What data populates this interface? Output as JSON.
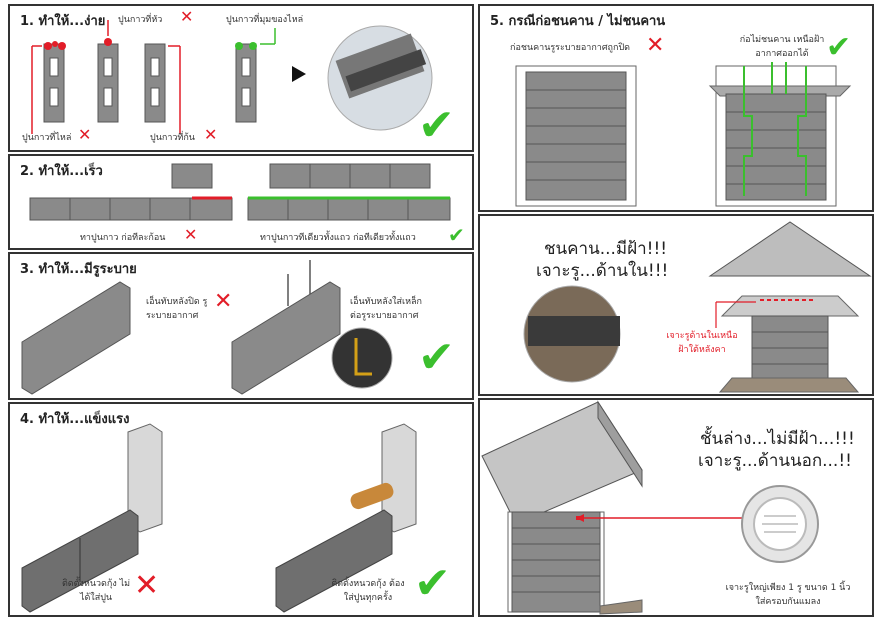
{
  "panels": {
    "p1": {
      "title": "1. ทำให้...ง่าย",
      "label_top": "ปูนกาวที่หัว",
      "label_corner": "ปูนกาวที่มุมของไหล่",
      "label_shoulder": "ปูนกาวที่ไหล่",
      "label_bottom": "ปูนกาวที่ก้น"
    },
    "p2": {
      "title": "2. ทำให้...เร็ว",
      "caption_wrong": "ทาปูนกาว ก่อทีละก้อน",
      "caption_right": "ทาปูนกาวทีเดียวทั้งแถว ก่อทีเดียวทั้งแถว"
    },
    "p3": {
      "title": "3. ทำให้...มีรูระบาย",
      "caption_wrong": "เอ็นทับหลังปิด รูระบายอากาศ",
      "caption_right": "เอ็นทับหลังใส่เหล็ก ต่อรูระบายอากาศ"
    },
    "p4": {
      "title": "4. ทำให้...แข็งแรง",
      "caption_wrong": "ติดตั้งหนวดกุ้ง ไม่ได้ใส่ปูน",
      "caption_right": "ติดตั้งหนวดกุ้ง ต้องใส่ปูนทุกครั้ง"
    },
    "p5": {
      "title": "5. กรณีก่อชนคาน / ไม่ชนคาน",
      "caption_wrong": "ก่อชนคานรูระบายอากาศถูกปิด",
      "caption_right": "ก่อไม่ชนคาน เหนือฝ้า อากาศออกได้"
    },
    "p6": {
      "heading_line1": "ชนคาน...มีฝ้า!!!",
      "heading_line2": "เจาะรู...ด้านใน!!!",
      "note": "เจาะรูด้านในเหนือ ฝ้าใต้หลังคา"
    },
    "p7": {
      "heading_line1": "ชั้นล่าง...ไม่มีฝ้า...!!!",
      "heading_line2": "เจาะรู...ด้านนอก...!!",
      "note": "เจาะรูใหญ่เพียง 1 รู ขนาด 1 นิ้ว ใส่ครอบกันแมลง"
    }
  },
  "colors": {
    "wrong": "#e21d28",
    "right": "#3bbf2e",
    "block": "#8a8a8a",
    "block_dark": "#5e5e5e"
  }
}
